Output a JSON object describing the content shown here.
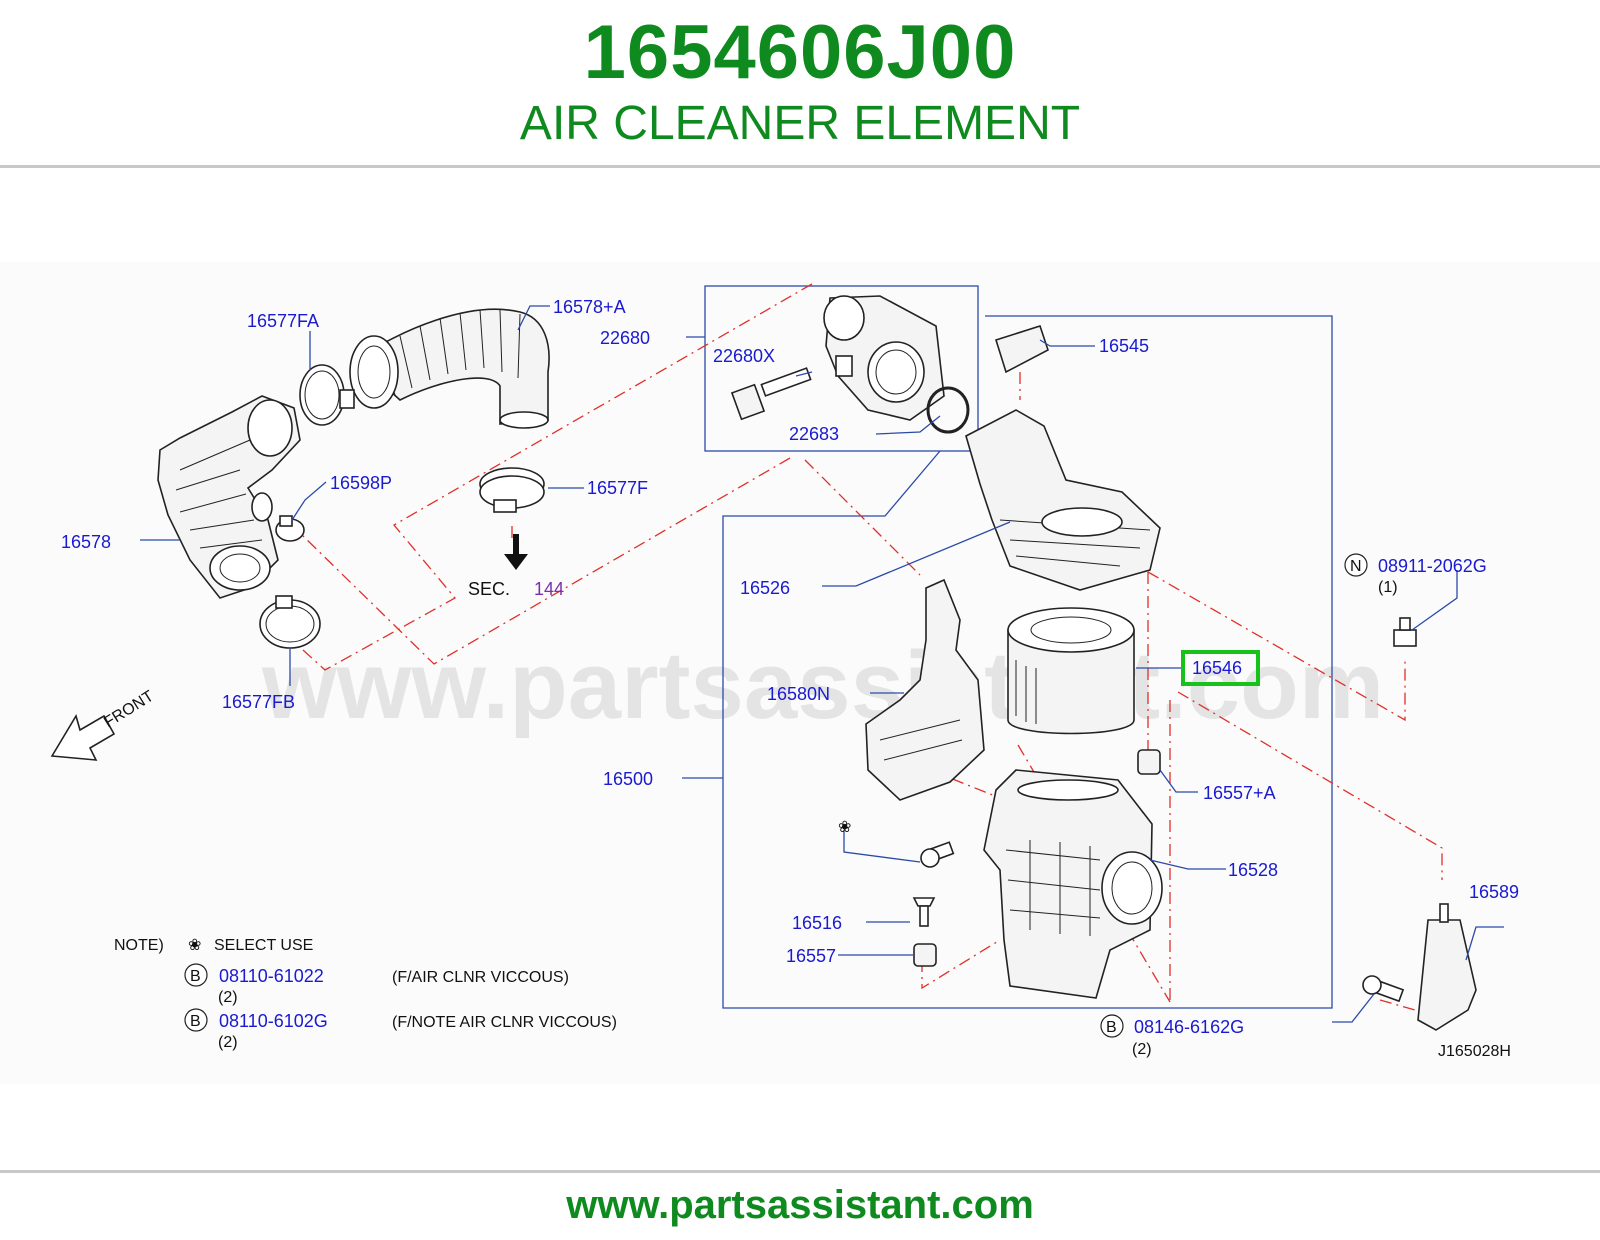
{
  "header": {
    "part_number": "1654606J00",
    "part_name": "AIR CLEANER ELEMENT"
  },
  "footer": {
    "url": "www.partsassistant.com"
  },
  "watermark": "www.partsassistant.com",
  "diagram_code": "J165028H",
  "sec_reference": {
    "label": "SEC.",
    "number": "144"
  },
  "front_label": "FRONT",
  "highlight_color": "#19c21b",
  "callouts": {
    "c16577FA": "16577FA",
    "c16578A": "16578+A",
    "c22680": "22680",
    "c22680X": "22680X",
    "c22683": "22683",
    "c16545": "16545",
    "c16598P": "16598P",
    "c16577F": "16577F",
    "c16578": "16578",
    "c16526": "16526",
    "c16546": "16546",
    "c16580N": "16580N",
    "c16577FB": "16577FB",
    "c16500": "16500",
    "c16557A": "16557+A",
    "c16528": "16528",
    "c16589": "16589",
    "c16516": "16516",
    "c16557": "16557",
    "c08911": "08911-2062G",
    "c08911_qty": "(1)",
    "c08146": "08146-6162G",
    "c08146_qty": "(2)"
  },
  "markers": {
    "N": "N",
    "B": "B",
    "select_symbol": "❀"
  },
  "notes": {
    "title": "NOTE)",
    "select_use": "SELECT   USE",
    "rows": [
      {
        "part": "08110-61022",
        "qty": "(2)",
        "desc": "(F/AIR   CLNR   VICCOUS)"
      },
      {
        "part": "08110-6102G",
        "qty": "(2)",
        "desc": "(F/NOTE   AIR   CLNR   VICCOUS)"
      }
    ]
  }
}
